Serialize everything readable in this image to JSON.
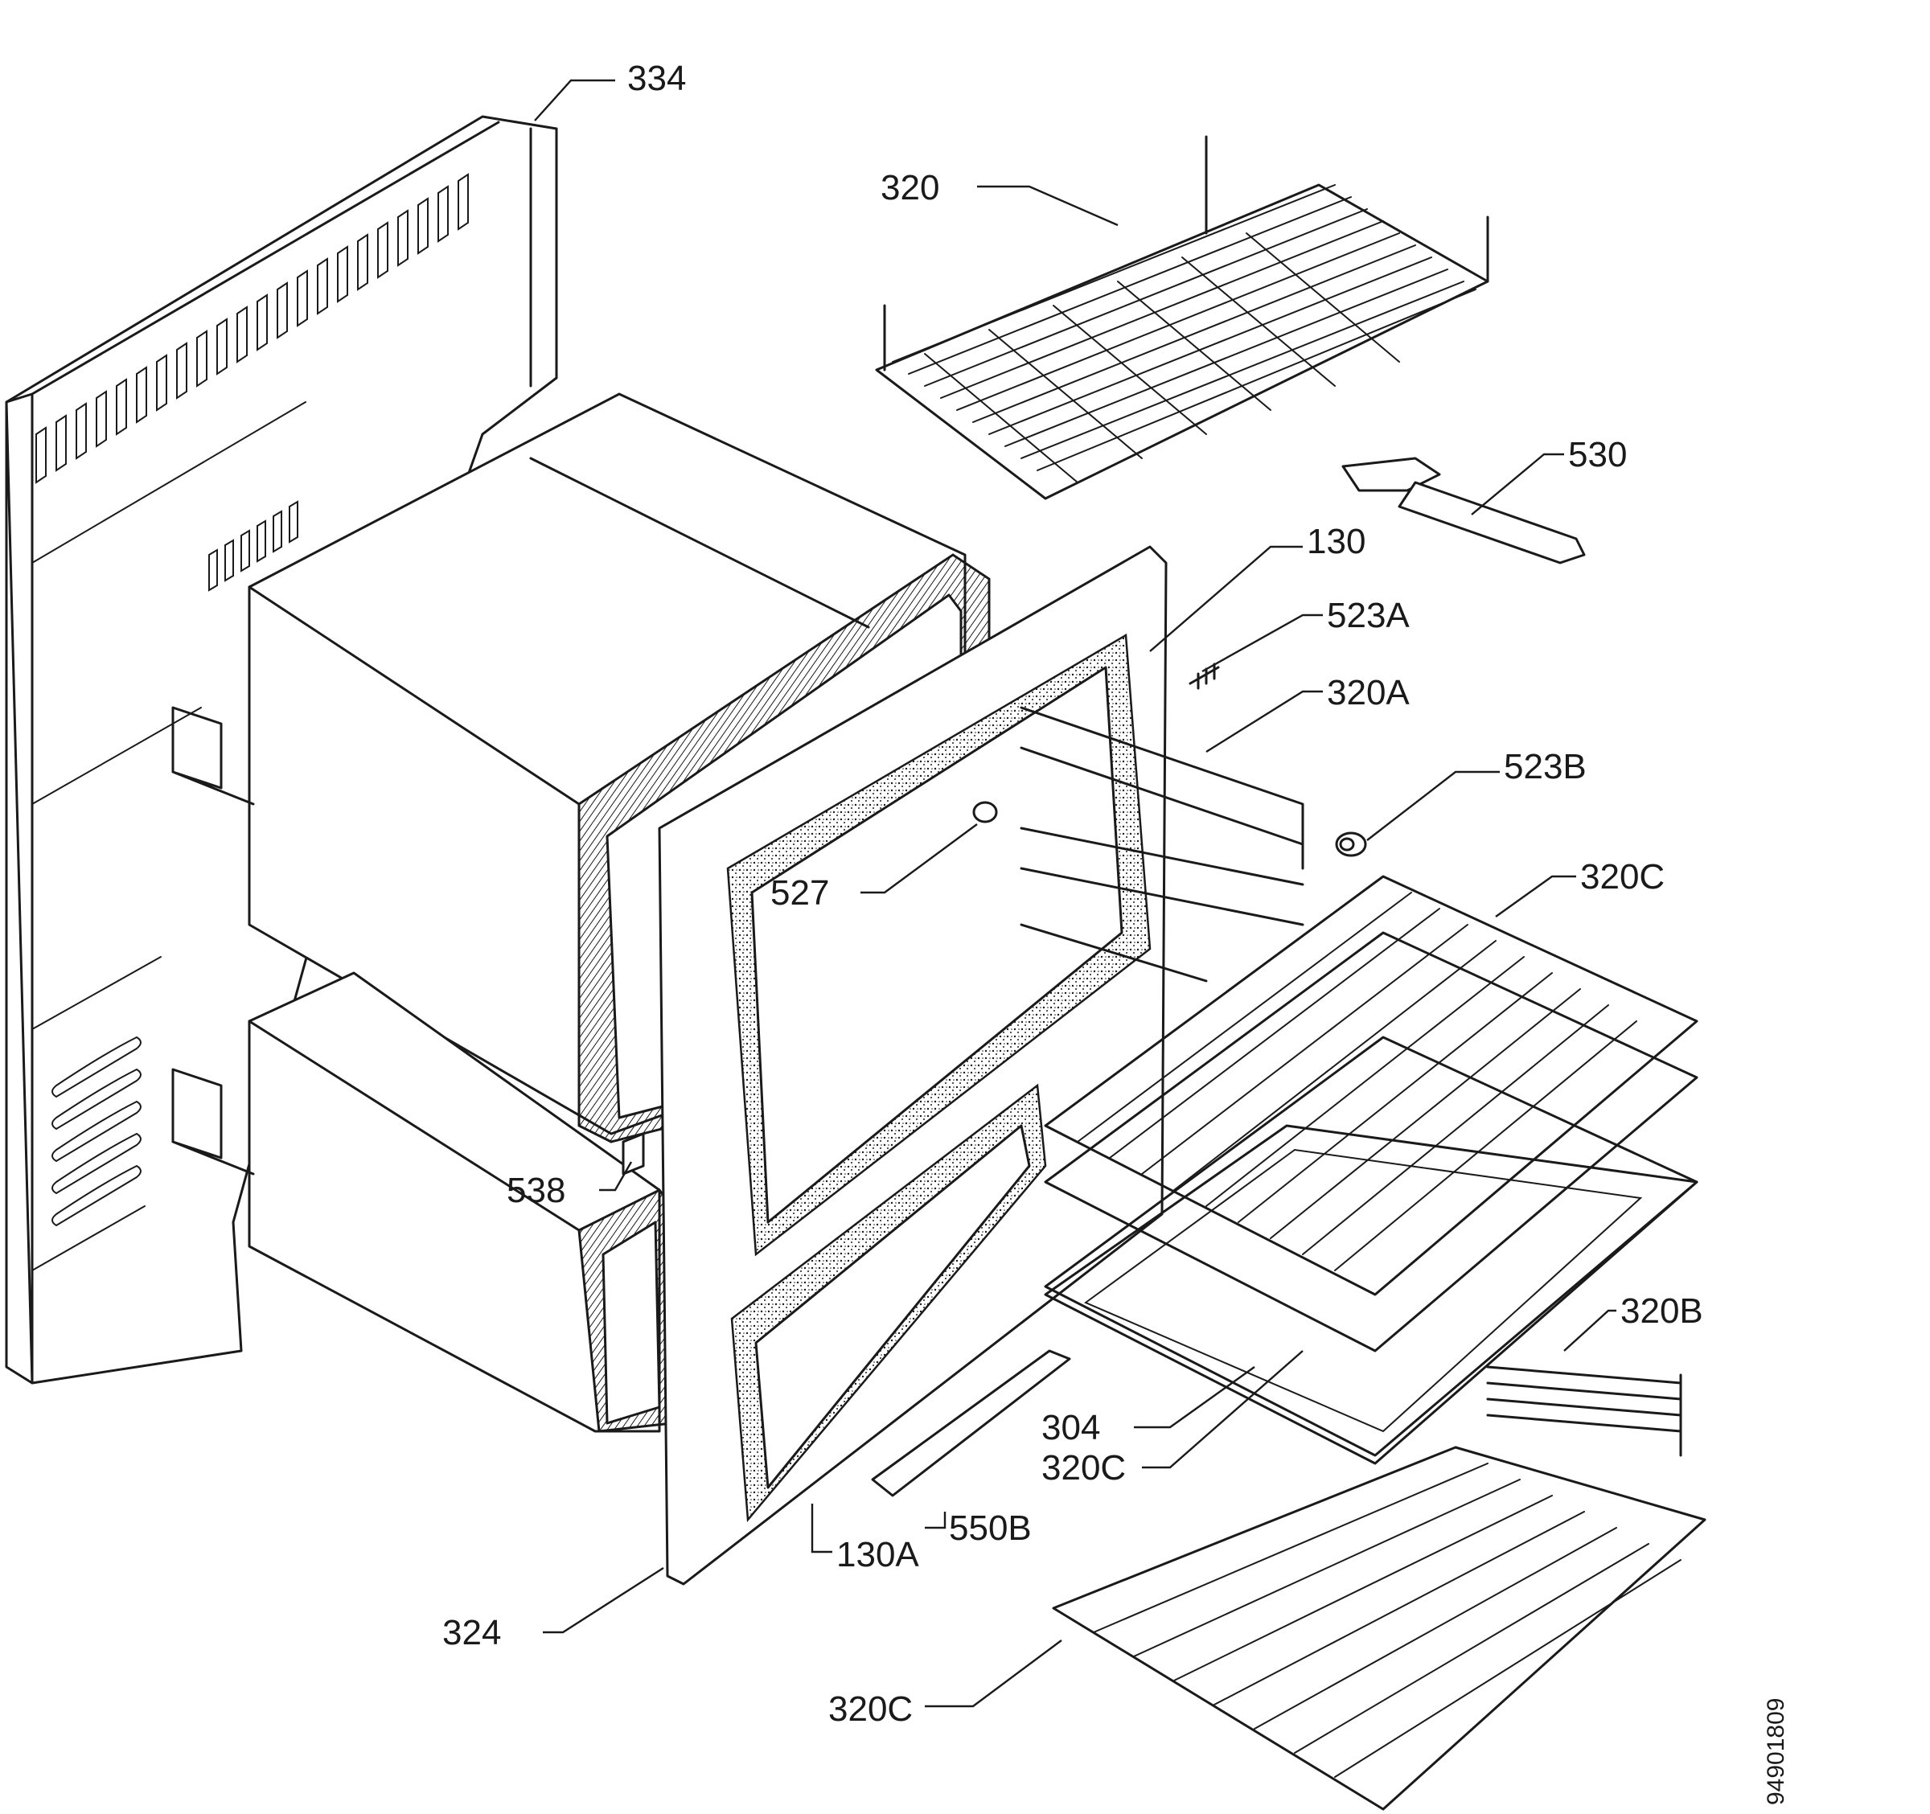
{
  "diagram": {
    "drawing_number": "94901809",
    "parts": [
      {
        "id": "p334",
        "label": "334"
      },
      {
        "id": "p320",
        "label": "320"
      },
      {
        "id": "p530",
        "label": "530"
      },
      {
        "id": "p130",
        "label": "130"
      },
      {
        "id": "p523a",
        "label": "523A"
      },
      {
        "id": "p320a",
        "label": "320A"
      },
      {
        "id": "p523b",
        "label": "523B"
      },
      {
        "id": "p320c1",
        "label": "320C"
      },
      {
        "id": "p527",
        "label": "527"
      },
      {
        "id": "p538",
        "label": "538"
      },
      {
        "id": "p320b",
        "label": "320B"
      },
      {
        "id": "p304",
        "label": "304"
      },
      {
        "id": "p320c2",
        "label": "320C"
      },
      {
        "id": "p550b",
        "label": "550B"
      },
      {
        "id": "p130a",
        "label": "130A"
      },
      {
        "id": "p324",
        "label": "324"
      },
      {
        "id": "p320c3",
        "label": "320C"
      }
    ]
  }
}
